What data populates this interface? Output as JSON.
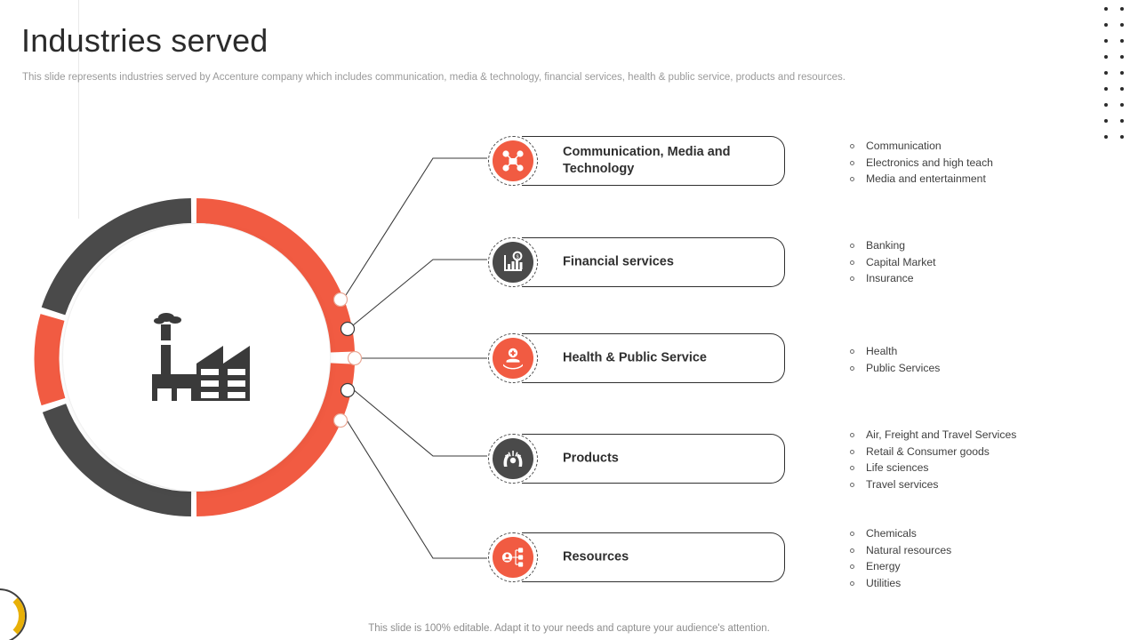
{
  "slide": {
    "title": "Industries served",
    "subtitle": "This slide represents industries served by Accenture company which includes communication, media & technology, financial services, health & public service, products and resources.",
    "footer": "This slide is 100% editable. Adapt it to your needs and capture your audience's attention."
  },
  "colors": {
    "accent_red": "#f15b42",
    "accent_gray": "#4a4a4a",
    "accent_gold": "#e8b007",
    "text_dark": "#2f2f2f",
    "text_muted": "#9a9a9a"
  },
  "center_graphic": {
    "icon": "factory-icon",
    "donut_segments": [
      {
        "color": "#f15b42",
        "label": "segment-red-top-right"
      },
      {
        "color": "#f15b42",
        "label": "segment-red-left"
      },
      {
        "color": "#4a4a4a",
        "label": "segment-gray-top-left"
      },
      {
        "color": "#4a4a4a",
        "label": "segment-gray-bottom-left"
      },
      {
        "color": "#f15b42",
        "label": "segment-red-bottom-right"
      }
    ]
  },
  "items": [
    {
      "title": "Communication, Media and Technology",
      "icon": "network-nodes-icon",
      "badge_color": "red",
      "bullets": [
        "Communication",
        "Electronics and high teach",
        "Media and entertainment"
      ]
    },
    {
      "title": "Financial services",
      "icon": "bar-chart-gear-icon",
      "badge_color": "gray",
      "bullets": [
        "Banking",
        "Capital Market",
        "Insurance"
      ]
    },
    {
      "title": "Health & Public Service",
      "icon": "hand-health-icon",
      "badge_color": "red",
      "bullets": [
        "Health",
        "Public Services"
      ]
    },
    {
      "title": "Products",
      "icon": "hands-product-icon",
      "badge_color": "gray",
      "bullets": [
        "Air, Freight and Travel  Services",
        "Retail & Consumer goods",
        "Life sciences",
        "Travel  services"
      ]
    },
    {
      "title": "Resources",
      "icon": "resources-network-icon",
      "badge_color": "red",
      "bullets": [
        "Chemicals",
        "Natural resources",
        "Energy",
        "Utilities"
      ]
    }
  ]
}
